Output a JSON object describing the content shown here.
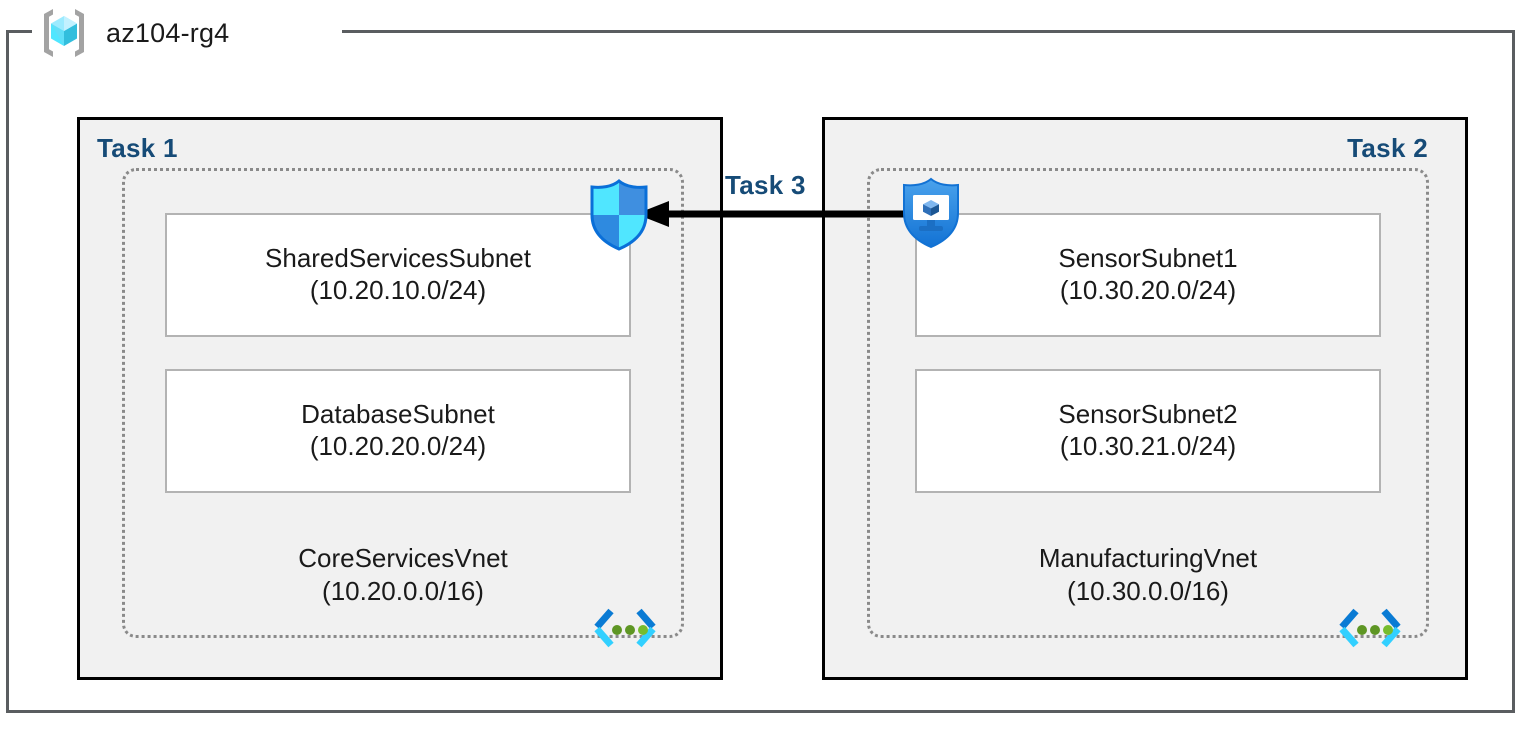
{
  "resource_group": {
    "name": "az104-rg4",
    "icon": "azure-resource-group-icon"
  },
  "tasks": [
    {
      "id": "task-1",
      "label": "Task 1"
    },
    {
      "id": "task-2",
      "label": "Task 2"
    },
    {
      "id": "task-3",
      "label": "Task 3"
    }
  ],
  "vnets": [
    {
      "id": "core-services-vnet",
      "name": "CoreServicesVnet",
      "cidr": "(10.20.0.0/16)",
      "icon": "virtual-network-icon",
      "subnets": [
        {
          "id": "shared-services-subnet",
          "name": "SharedServicesSubnet",
          "cidr": "(10.20.10.0/24)"
        },
        {
          "id": "database-subnet",
          "name": "DatabaseSubnet",
          "cidr": "(10.20.20.0/24)"
        }
      ]
    },
    {
      "id": "manufacturing-vnet",
      "name": "ManufacturingVnet",
      "cidr": "(10.30.0.0/16)",
      "icon": "virtual-network-icon",
      "subnets": [
        {
          "id": "sensor-subnet-1",
          "name": "SensorSubnet1",
          "cidr": "(10.30.20.0/24)"
        },
        {
          "id": "sensor-subnet-2",
          "name": "SensorSubnet2",
          "cidr": "(10.30.21.0/24)"
        }
      ]
    }
  ],
  "icons": {
    "nsg": "network-security-group-shield-icon",
    "defender": "defender-for-cloud-shield-icon",
    "arrow": "peering-arrow-left-icon"
  },
  "colors": {
    "task_label": "#164b77",
    "task_box_fill": "#f1f1f1",
    "task_box_border": "#000000",
    "rg_border": "#5a5d60",
    "vnet_border": "#8a8a8a",
    "subnet_border": "#b3b3b3",
    "azure_cyan": "#50e6ff",
    "azure_blue": "#0078d4",
    "arrow": "#000000",
    "vnet_icon_green": "#5e9624"
  }
}
